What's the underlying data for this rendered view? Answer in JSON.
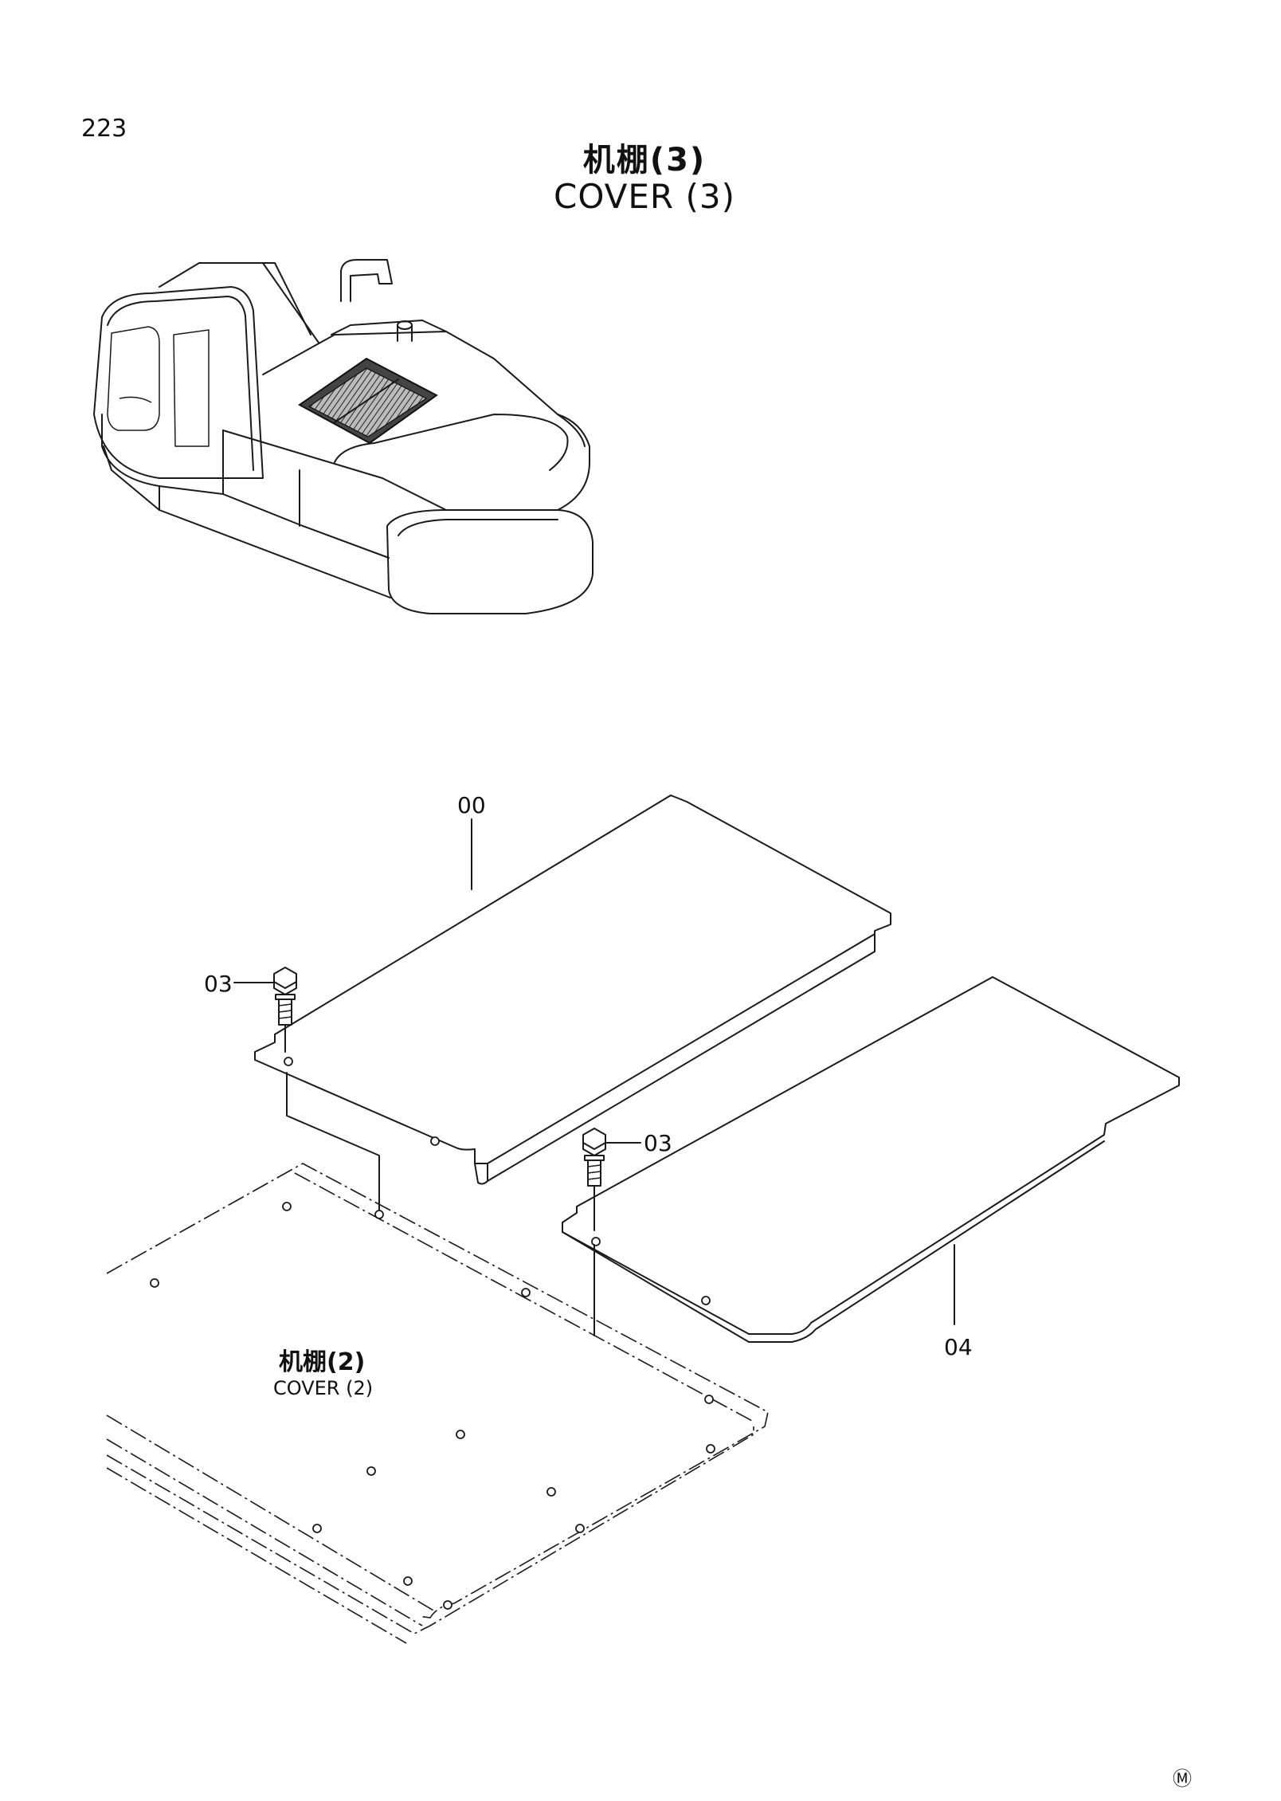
{
  "page": {
    "number": "223",
    "title_cn": "机棚(3)",
    "title_en": "COVER (3)"
  },
  "callouts": {
    "part_00": "00",
    "part_03_left": "03",
    "part_03_right": "03",
    "part_04": "04"
  },
  "reference_part": {
    "label_cn": "机棚(2)",
    "label_en": "COVER (2)"
  },
  "footer_mark": "Ⓜ"
}
